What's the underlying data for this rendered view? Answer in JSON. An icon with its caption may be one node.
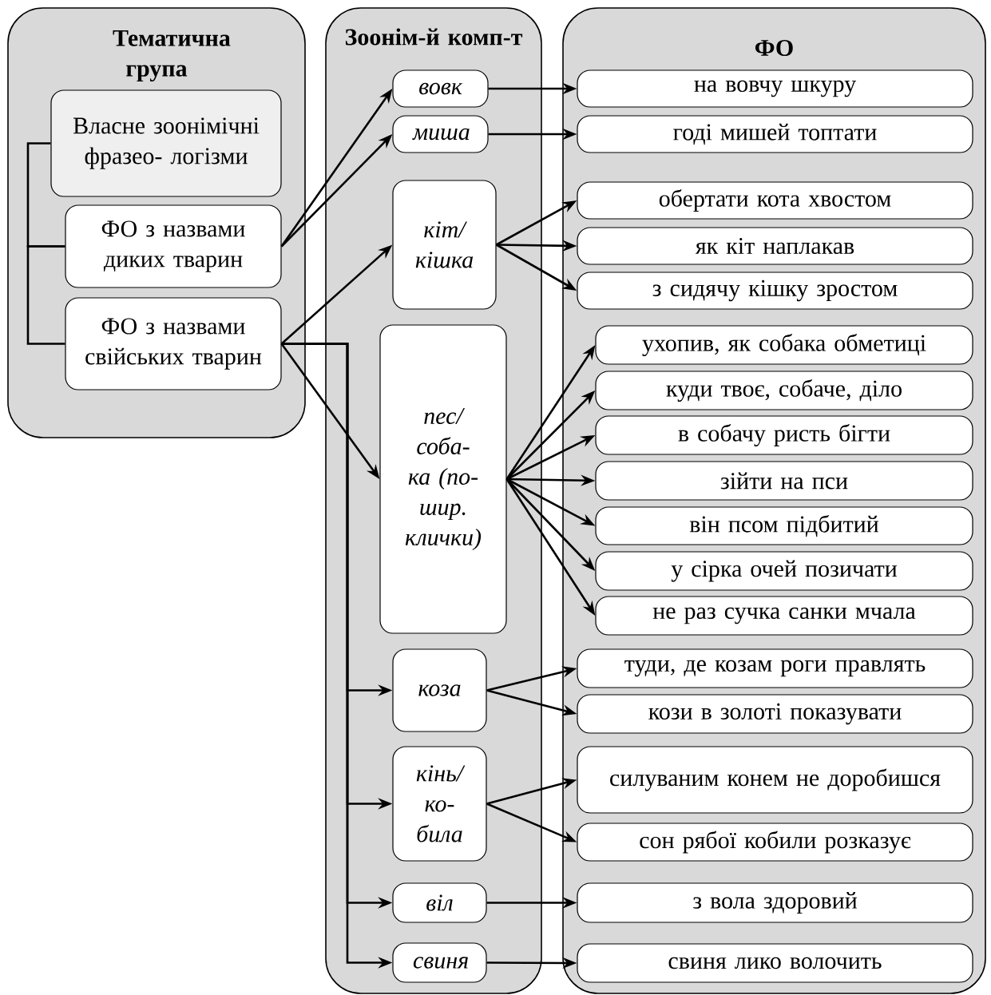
{
  "diagram": {
    "nodes": [
      {
        "text": [
          "Тематична група"
        ]
      },
      {
        "text": [
          "Зоонім-й комп-т"
        ]
      },
      {
        "text": [
          "ФО"
        ]
      },
      {
        "text": [
          "Власне зоонімічні фразео- логізми"
        ],
        "in": 0
      },
      {
        "text": [
          "ФО з назвами диких тварин"
        ],
        "in": 0
      },
      {
        "text": [
          "ФО з назвами свійських тварин"
        ],
        "in": 0
      },
      {
        "text": [
          "вовк"
        ],
        "in": 1
      },
      {
        "text": [
          "миша"
        ],
        "in": 1
      },
      {
        "text": [
          "кіт/ кішка"
        ],
        "in": 1
      },
      {
        "text": [
          "пес/ соба- ка (по- шир. клички)"
        ],
        "in": 1
      },
      {
        "text": [
          "коза"
        ],
        "in": 1
      },
      {
        "text": [
          "кінь/ ко- била"
        ],
        "in": 1
      },
      {
        "text": [
          "віл"
        ],
        "in": 1
      },
      {
        "text": [
          "свиня"
        ],
        "in": 1
      },
      {
        "text": [
          "на вовчу шкуру"
        ],
        "in": 2
      },
      {
        "text": [
          "годі мишей топтати"
        ],
        "in": 2
      },
      {
        "text": [
          "обертати кота хвостом"
        ],
        "in": 2
      },
      {
        "text": [
          "як кіт наплакав"
        ],
        "in": 2
      },
      {
        "text": [
          "з сидячу кішку зростом"
        ],
        "in": 2
      },
      {
        "text": [
          "ухопив, як собака обметиці"
        ],
        "in": 2
      },
      {
        "text": [
          "куди твоє, собаче, діло"
        ],
        "in": 2
      },
      {
        "text": [
          "в собачу ристь бігти"
        ],
        "in": 2
      },
      {
        "text": [
          "зійти на пси"
        ],
        "in": 2
      },
      {
        "text": [
          "він псом підбитий"
        ],
        "in": 2
      },
      {
        "text": [
          "у сірка очей позичати"
        ],
        "in": 2
      },
      {
        "text": [
          "не раз сучка санки мчала"
        ],
        "in": 2
      },
      {
        "text": [
          "туди, де козам роги правлять"
        ],
        "in": 2
      },
      {
        "text": [
          "кози в золоті показувати"
        ],
        "in": 2
      },
      {
        "text": [
          "силуваним конем не доробишся"
        ],
        "in": 2
      },
      {
        "text": [
          "сон рябої кобили розказує"
        ],
        "in": 2
      },
      {
        "text": [
          "з вола здоровий"
        ],
        "in": 2
      },
      {
        "text": [
          "свиня лико волочить"
        ],
        "in": 2
      }
    ],
    "edges": [
      {
        "from": 3,
        "to": 4,
        "arrow": "none"
      },
      {
        "from": 4,
        "to": 5,
        "arrow": "none"
      },
      {
        "from": 4,
        "to": 6,
        "arrow": "to"
      },
      {
        "from": 4,
        "to": 7,
        "arrow": "to"
      },
      {
        "from": 5,
        "to": 8,
        "arrow": "to"
      },
      {
        "from": 5,
        "to": 9,
        "arrow": "to"
      },
      {
        "from": 5,
        "to": 10,
        "arrow": "to"
      },
      {
        "from": 5,
        "to": 11,
        "arrow": "to"
      },
      {
        "from": 5,
        "to": 12,
        "arrow": "to"
      },
      {
        "from": 5,
        "to": 13,
        "arrow": "to"
      },
      {
        "from": 6,
        "to": 14,
        "arrow": "to"
      },
      {
        "from": 7,
        "to": 15,
        "arrow": "to"
      },
      {
        "from": 8,
        "to": 16,
        "arrow": "to"
      },
      {
        "from": 8,
        "to": 17,
        "arrow": "to"
      },
      {
        "from": 8,
        "to": 18,
        "arrow": "to"
      },
      {
        "from": 9,
        "to": 19,
        "arrow": "to"
      },
      {
        "from": 9,
        "to": 20,
        "arrow": "to"
      },
      {
        "from": 9,
        "to": 21,
        "arrow": "to"
      },
      {
        "from": 9,
        "to": 22,
        "arrow": "to"
      },
      {
        "from": 9,
        "to": 23,
        "arrow": "to"
      },
      {
        "from": 9,
        "to": 24,
        "arrow": "to"
      },
      {
        "from": 9,
        "to": 25,
        "arrow": "to"
      },
      {
        "from": 10,
        "to": 26,
        "arrow": "to"
      },
      {
        "from": 10,
        "to": 27,
        "arrow": "to"
      },
      {
        "from": 11,
        "to": 28,
        "arrow": "to"
      },
      {
        "from": 11,
        "to": 29,
        "arrow": "to"
      },
      {
        "from": 12,
        "to": 30,
        "arrow": "to"
      },
      {
        "from": 13,
        "to": 31,
        "arrow": "to"
      }
    ]
  }
}
